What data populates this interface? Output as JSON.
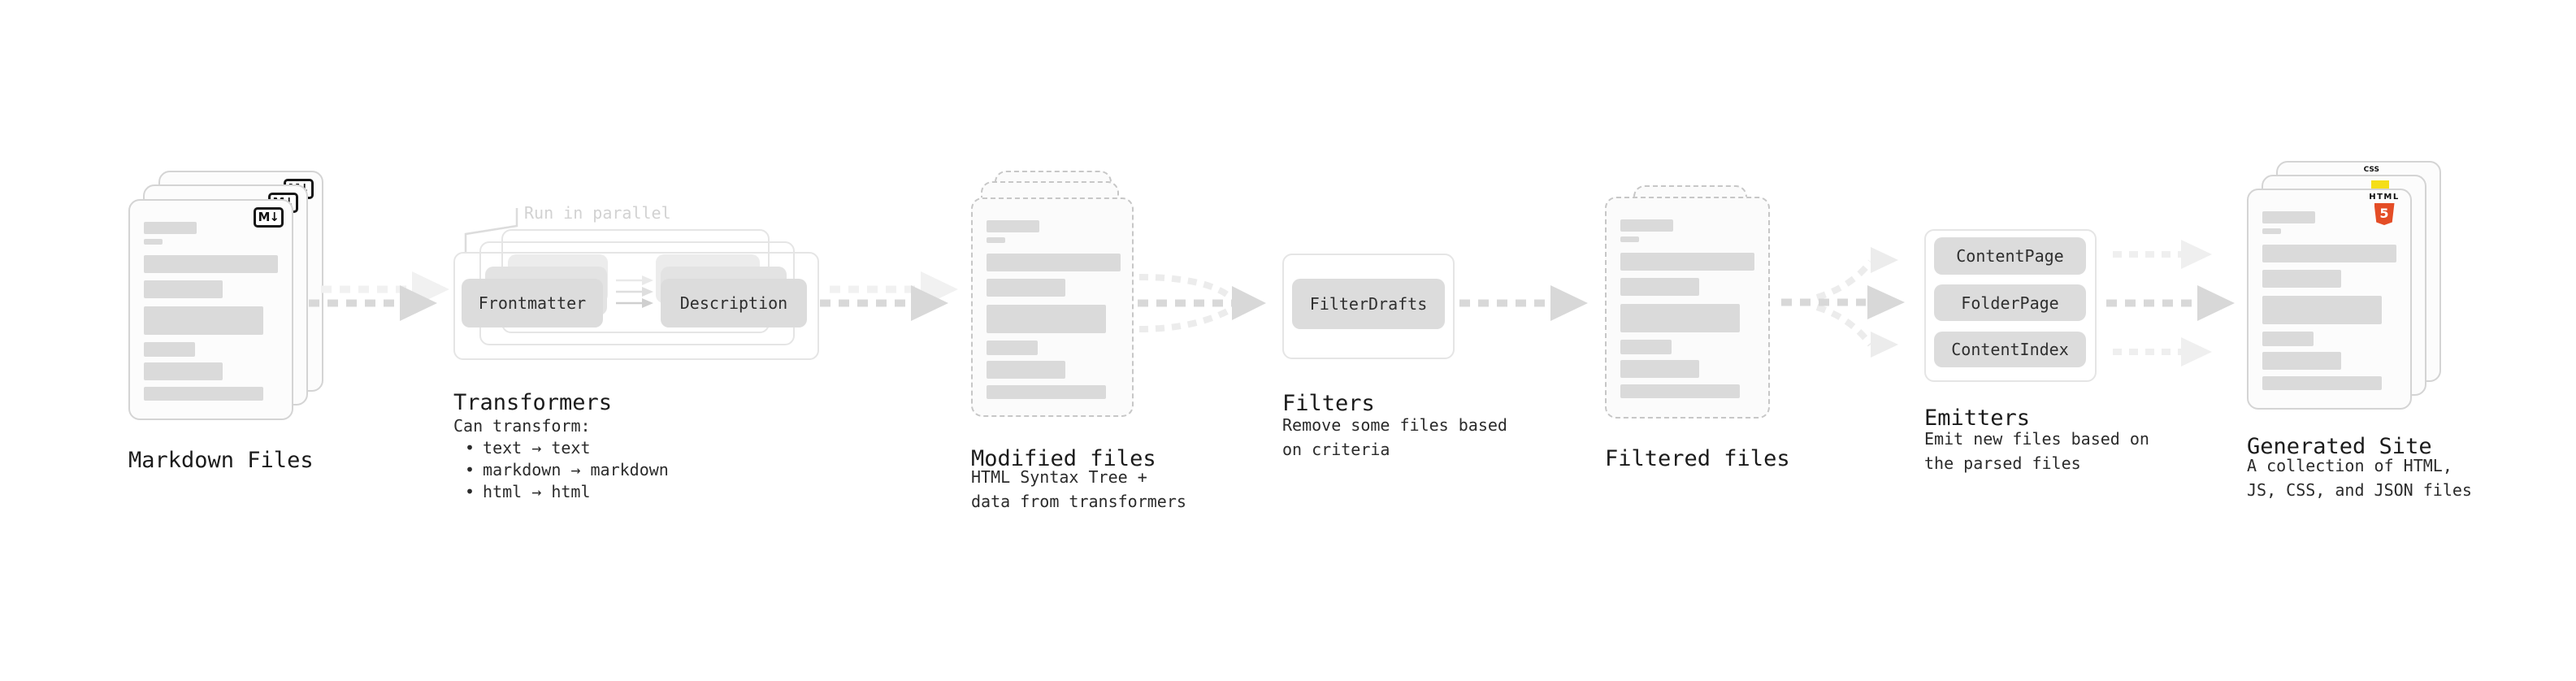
{
  "markdown": {
    "title": "Markdown Files",
    "badge": "M↓"
  },
  "transformers": {
    "note": "Run in parallel",
    "box1": "Frontmatter",
    "box2": "Description",
    "title": "Transformers",
    "subtitle": "Can transform:",
    "bullets": [
      "text → text",
      "markdown → markdown",
      "html → html"
    ]
  },
  "modified": {
    "title": "Modified files",
    "desc1": "HTML Syntax Tree +",
    "desc2": "data from transformers"
  },
  "filters": {
    "box1": "FilterDrafts",
    "title": "Filters",
    "desc1": "Remove some files based",
    "desc2": "on criteria"
  },
  "filtered": {
    "title": "Filtered files"
  },
  "emitters": {
    "box1": "ContentPage",
    "box2": "FolderPage",
    "box3": "ContentIndex",
    "title": "Emitters",
    "desc1": "Emit new files based on",
    "desc2": "the parsed files"
  },
  "generated": {
    "title": "Generated Site",
    "desc1": "A collection of HTML,",
    "desc2": "JS, CSS, and JSON files",
    "html_badge_label": "HTML",
    "html_badge_number": "5",
    "css_badge": "CSS"
  },
  "ui": {
    "bullet": "•"
  },
  "colors": {
    "html5_orange": "#e44d26",
    "js_yellow": "#f5de19",
    "css_blue": "#2965f1",
    "node_fill": "#dcdcdc",
    "arrow_gray": "#d8d8d8",
    "arrow_faint": "#ececec",
    "placeholder_bar": "#dadada",
    "doc_border": "#d4d4d4",
    "dashed_border": "#c7c7c7"
  }
}
